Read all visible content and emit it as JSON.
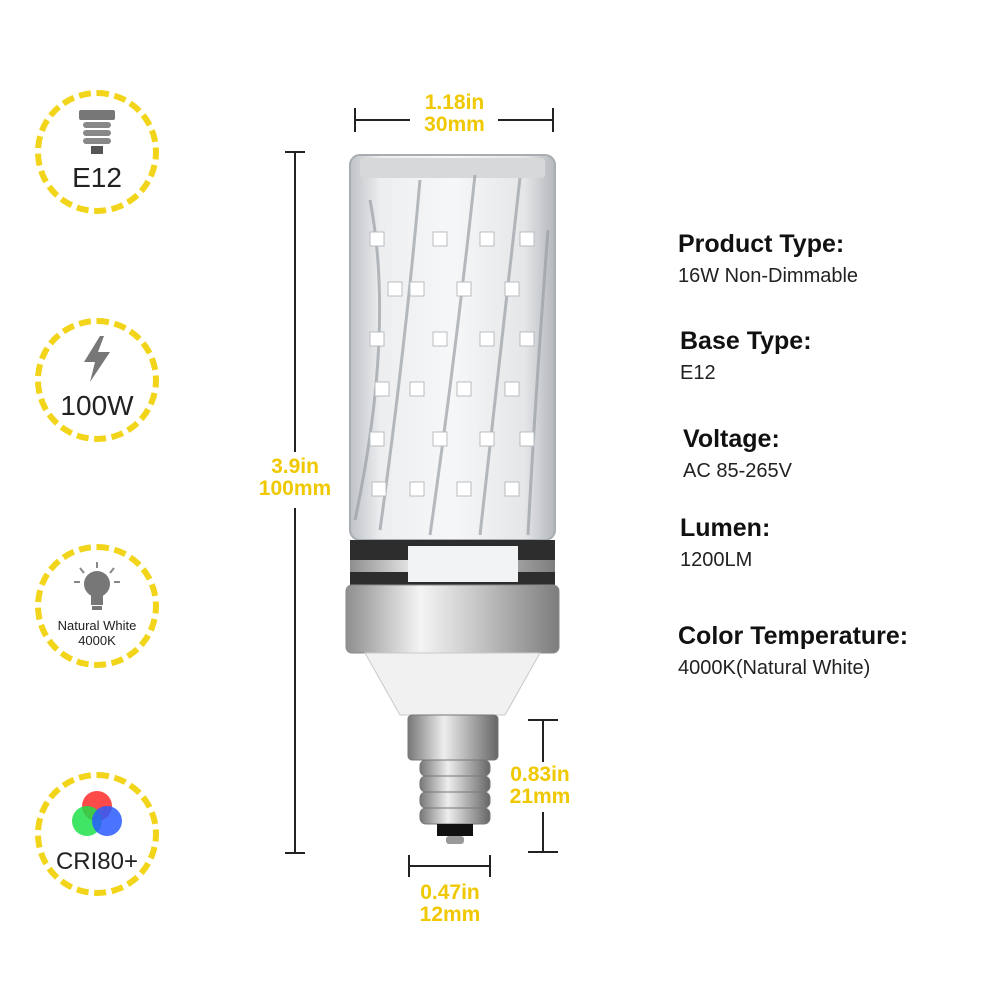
{
  "badges": [
    {
      "icon": "screw-base-icon",
      "label": "E12"
    },
    {
      "icon": "lightning-icon",
      "label": "100W"
    },
    {
      "icon": "light-bulb-icon",
      "label_line1": "Natural White",
      "label_line2": "4000K"
    },
    {
      "icon": "rgb-circles-icon",
      "label": "CRI80+"
    }
  ],
  "dimensions": {
    "width": {
      "in": "1.18in",
      "mm": "30mm"
    },
    "height": {
      "in": "3.9in",
      "mm": "100mm"
    },
    "base_height": {
      "in": "0.83in",
      "mm": "21mm"
    },
    "base_width": {
      "in": "0.47in",
      "mm": "12mm"
    }
  },
  "specs": [
    {
      "heading": "Product Type:",
      "value": "16W Non-Dimmable"
    },
    {
      "heading": "Base Type:",
      "value": "E12"
    },
    {
      "heading": "Voltage:",
      "value": "AC 85-265V"
    },
    {
      "heading": "Lumen:",
      "value": "1200LM"
    },
    {
      "heading": "Color Temperature:",
      "value": "4000K(Natural White)"
    }
  ],
  "colors": {
    "badge_border": "#f2d51b",
    "dimension_text": "#f0c800"
  }
}
